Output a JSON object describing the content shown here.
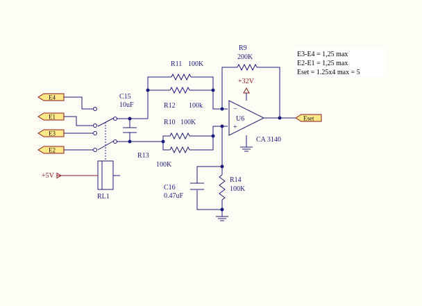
{
  "ports": {
    "e4": "E4",
    "e1": "E1",
    "e3": "E3",
    "e2": "E2",
    "eset": "Eset",
    "vcc5": "+5V"
  },
  "components": {
    "c15": {
      "ref": "C15",
      "value": "10uF"
    },
    "r11": {
      "ref": "R11",
      "value": "100K"
    },
    "r12": {
      "ref": "R12",
      "value": "100k"
    },
    "r10": {
      "ref": "R10",
      "value": "100K"
    },
    "r13": {
      "ref": "R13",
      "value": "100K"
    },
    "r9": {
      "ref": "R9",
      "value": "200K"
    },
    "r14": {
      "ref": "R14",
      "value": "100K"
    },
    "c16": {
      "ref": "C16",
      "value": "0.47uF"
    },
    "u6": {
      "ref": "U6",
      "value": "CA 3140",
      "minus": "−",
      "plus": "+"
    },
    "rl1": {
      "ref": "RL1"
    },
    "supply": "+32V"
  },
  "notes": [
    "E3-E4 =  1,25 max",
    "E2-E1 =  1,25 max",
    "Eset = 1.25x4 max  = 5"
  ],
  "colors": {
    "wire": "#1a1a7a",
    "power": "#8b1a1a",
    "port_fill": "#ffe88a"
  }
}
